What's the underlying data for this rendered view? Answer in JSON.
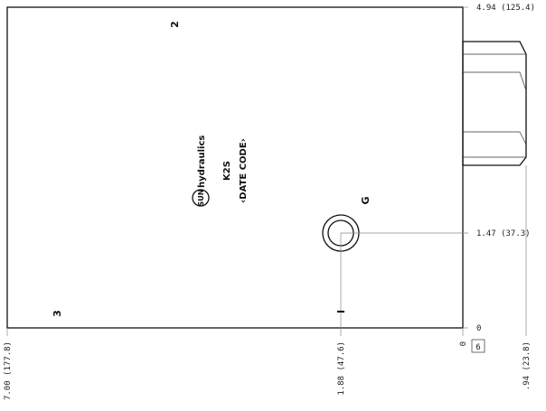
{
  "dimensions": {
    "top_right": "4.94 (125.4)",
    "g_port_right": "1.47 (37.3)",
    "zero_right": "0",
    "bottom_left": "7.00 (177.8)",
    "g_port_bottom": "1.88 (47.6)",
    "zero_bottom": "0",
    "cartridge_bottom": ".94 (23.8)"
  },
  "ports": {
    "port_2": "2",
    "port_3": "3",
    "port_g": "G",
    "port_1": "I"
  },
  "body_marking": {
    "brand_logo": "SUN",
    "brand_name": "hydraulics",
    "model": "K2S",
    "date_code": "‹DATE CODE›"
  },
  "detail_box": {
    "label": "6"
  },
  "colors": {
    "line": "#111111",
    "dimension_line": "#888888",
    "background": "#ffffff"
  }
}
